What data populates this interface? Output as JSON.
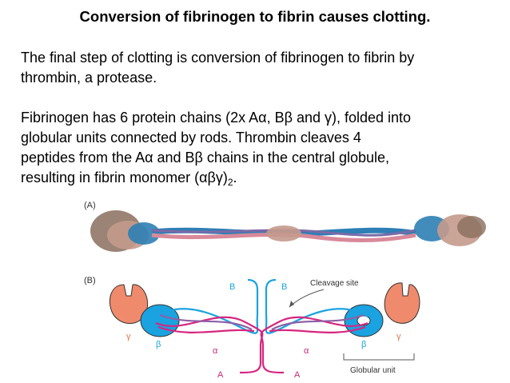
{
  "title": "Conversion of fibrinogen to fibrin causes clotting.",
  "paragraph1": {
    "line1": "The final step of clotting is conversion of fibrinogen to fibrin by",
    "line2": "thrombin, a protease."
  },
  "paragraph2": {
    "line1": "Fibrinogen has 6 protein chains (2x Aα, Bβ and γ), folded into",
    "line2": "globular units connected by rods. Thrombin cleaves 4",
    "line3": "peptides from the Aα and Bβ chains in the central globule,",
    "line4_main": "resulting in fibrin monomer (αβγ)",
    "line4_sub": "2",
    "line4_end": "."
  },
  "figure": {
    "panel_a_label": "(A)",
    "panel_b_label": "(B)",
    "label_B_left": "B",
    "label_B_right": "B",
    "cleavage_label": "Cleavage site",
    "gamma_left": "γ",
    "beta_left": "β",
    "alpha_left": "α",
    "A_left": "A",
    "alpha_right": "α",
    "A_right": "A",
    "beta_right": "β",
    "gamma_right": "γ",
    "globular_label": "Globular unit",
    "colors": {
      "gamma_globule": "#f08a6c",
      "beta_globule": "#1aa3e0",
      "chain_pink": "#d6267f",
      "chain_blue": "#1aa3e0",
      "chain_purple": "#8e5fa8",
      "label_orange": "#e57850",
      "label_pink": "#c72a72"
    }
  }
}
